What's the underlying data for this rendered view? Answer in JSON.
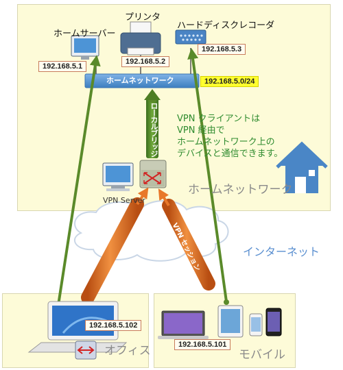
{
  "home": {
    "region_label": "ホームネットワーク",
    "network_bar": "ホームネットワーク",
    "network_ip": "192.168.5.0/24",
    "devices": {
      "server": {
        "label": "ホームサーバー",
        "ip": "192.168.5.1"
      },
      "printer": {
        "label": "プリンタ",
        "ip": "192.168.5.2"
      },
      "recorder": {
        "label": "ハードディスクレコーダ",
        "ip": "192.168.5.3"
      }
    },
    "local_bridge": "ローカルブリッジ",
    "description": [
      "VPN クライアントは",
      "VPN 経由で",
      "ホームネットワーク上の",
      "デバイスと通信できます。"
    ],
    "vpn_server_label": "VPN Server"
  },
  "internet_label": "インターネット",
  "vpn_session_label": "VPN セッション",
  "office": {
    "label": "オフィス",
    "ip": "192.168.5.102"
  },
  "mobile": {
    "label": "モバイル",
    "ip": "192.168.5.101"
  },
  "colors": {
    "green_arrow": "#5a8a2a",
    "orange_tube": "#e8782a",
    "network_bar": "#5b9bd5",
    "panel_bg": "#fdfbd8",
    "house": "#4a86c6",
    "description_text": "#2e8b2e"
  }
}
